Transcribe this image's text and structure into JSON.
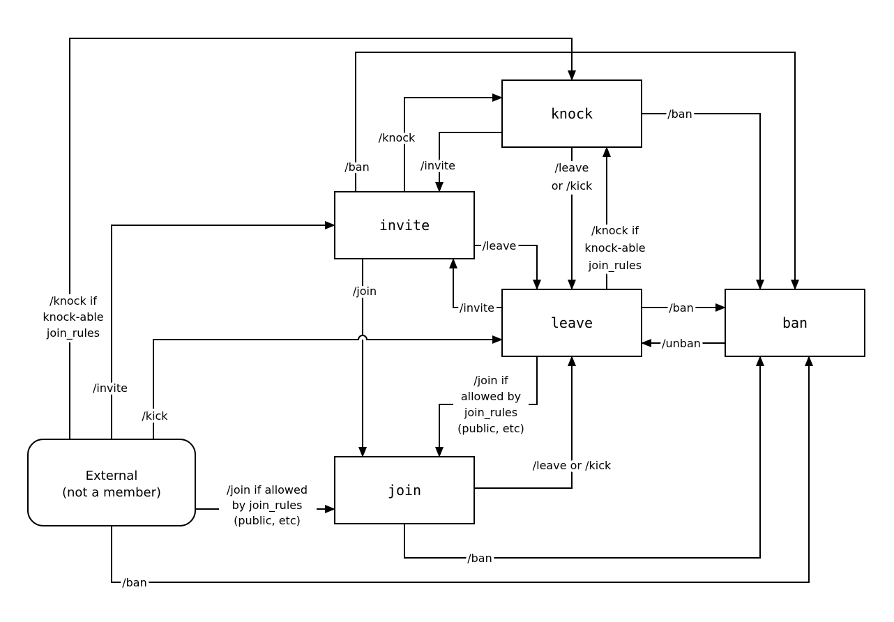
{
  "diagram": {
    "colors": {
      "line": "#000000",
      "background": "#ffffff",
      "text": "#000000"
    },
    "nodes": {
      "knock": {
        "label": "knock"
      },
      "invite": {
        "label": "invite"
      },
      "leave": {
        "label": "leave"
      },
      "ban": {
        "label": "ban"
      },
      "join": {
        "label": "join"
      },
      "external": {
        "label_lines": [
          "External",
          "(not a member)"
        ]
      }
    },
    "edges": {
      "external_knock": {
        "from": "external",
        "to": "knock",
        "label_lines": [
          "/knock if",
          "knock-able",
          "join_rules"
        ]
      },
      "external_invite": {
        "from": "external",
        "to": "invite",
        "label_lines": [
          "/invite"
        ]
      },
      "external_leave": {
        "from": "external",
        "to": "leave",
        "label_lines": [
          "/kick"
        ]
      },
      "external_join": {
        "from": "external",
        "to": "join",
        "label_lines": [
          "/join if allowed",
          "by join_rules",
          "(public, etc)"
        ]
      },
      "external_ban": {
        "from": "external",
        "to": "ban",
        "label_lines": [
          "/ban"
        ]
      },
      "invite_knock": {
        "from": "invite",
        "to": "knock",
        "label_lines": [
          "/knock"
        ]
      },
      "knock_invite": {
        "from": "knock",
        "to": "invite",
        "label_lines": [
          "/invite"
        ]
      },
      "invite_ban": {
        "from": "invite",
        "to": "ban",
        "label_lines": [
          "/ban"
        ]
      },
      "knock_ban": {
        "from": "knock",
        "to": "ban",
        "label_lines": [
          "/ban"
        ]
      },
      "knock_leave": {
        "from": "knock",
        "to": "leave",
        "label_lines": [
          "/leave",
          "or /kick"
        ]
      },
      "leave_knock": {
        "from": "leave",
        "to": "knock",
        "label_lines": [
          "/knock if",
          "knock-able",
          "join_rules"
        ]
      },
      "invite_leave": {
        "from": "invite",
        "to": "leave",
        "label_lines": [
          "/leave"
        ]
      },
      "leave_invite": {
        "from": "leave",
        "to": "invite",
        "label_lines": [
          "/invite"
        ]
      },
      "invite_join": {
        "from": "invite",
        "to": "join",
        "label_lines": [
          "/join"
        ]
      },
      "leave_join": {
        "from": "leave",
        "to": "join",
        "label_lines": [
          "/join if",
          "allowed by",
          "join_rules",
          "(public, etc)"
        ]
      },
      "join_leave": {
        "from": "join",
        "to": "leave",
        "label_lines": [
          "/leave or /kick"
        ]
      },
      "leave_ban": {
        "from": "leave",
        "to": "ban",
        "label_lines": [
          "/ban"
        ]
      },
      "ban_leave": {
        "from": "ban",
        "to": "leave",
        "label_lines": [
          "/unban"
        ]
      },
      "join_ban": {
        "from": "join",
        "to": "ban",
        "label_lines": [
          "/ban"
        ]
      }
    }
  }
}
